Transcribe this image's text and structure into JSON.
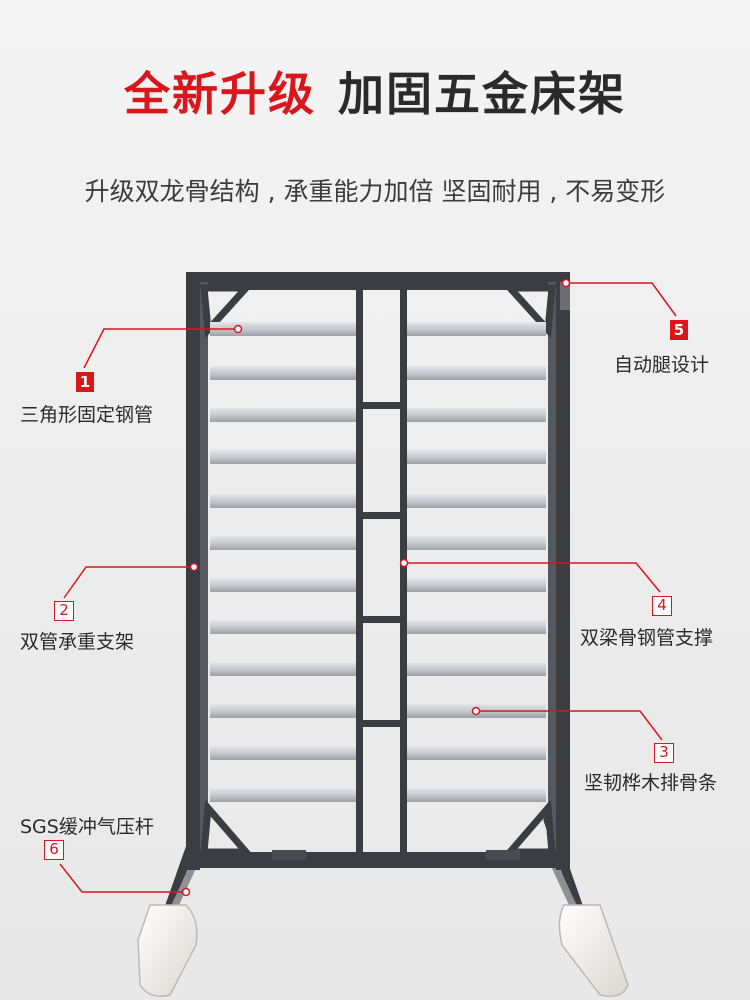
{
  "header": {
    "title_red": "全新升级",
    "title_dark": "加固五金床架",
    "subtitle": "升级双龙骨结构 , 承重能力加倍 坚固耐用 , 不易变形"
  },
  "callouts": [
    {
      "number": "1",
      "label": "三角形固定钢管"
    },
    {
      "number": "2",
      "label": "双管承重支架"
    },
    {
      "number": "3",
      "label": "坚韧桦木排骨条"
    },
    {
      "number": "4",
      "label": "双梁骨钢管支撑"
    },
    {
      "number": "5",
      "label": "自动腿设计"
    },
    {
      "number": "6",
      "label": "SGS缓冲气压杆"
    }
  ],
  "colors": {
    "accent_red": "#d8161c",
    "frame_dark": "#3b3d42",
    "slat_silver": "#c9ccd0",
    "foot_white": "#f2f0ec"
  }
}
